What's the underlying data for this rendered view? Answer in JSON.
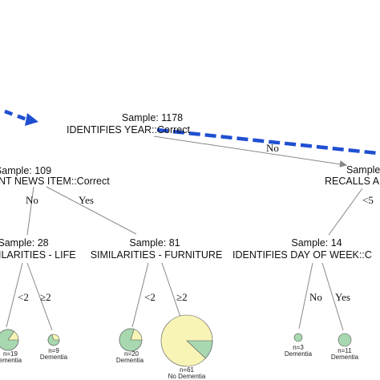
{
  "colors": {
    "edge": "#888888",
    "highlight": "#1f4fd1",
    "dementia": "#a8d8b0",
    "no_dementia": "#f7f4b6",
    "slice_stroke": "#555555"
  },
  "nodes": {
    "root": {
      "sample": "Sample: 1178",
      "title": "IDENTIFIES YEAR::Correct"
    },
    "left": {
      "sample": "Sample: 109",
      "title": "NT NEWS ITEM::Correct"
    },
    "right": {
      "sample": "Sample",
      "title": "RECALLS A"
    },
    "ll": {
      "sample": "Sample: 28",
      "title": "ILARITIES - LIFE"
    },
    "lr": {
      "sample": "Sample: 81",
      "title": "SIMILARITIES - FURNITURE"
    },
    "rl": {
      "sample": "Sample: 14",
      "title": "IDENTIFIES DAY OF WEEK::C"
    }
  },
  "edge_labels": {
    "root_right": "No",
    "left_ll": "No",
    "left_lr": "Yes",
    "right_rl": "<5",
    "ll_a": "<2",
    "ll_b": "≥2",
    "lr_a": "<2",
    "lr_b": "≥2",
    "rl_a": "No",
    "rl_b": "Yes"
  },
  "leaves": [
    {
      "n": "n=19",
      "class": "Dementia",
      "dementia_fraction": 0.85
    },
    {
      "n": "n=9",
      "class": "Dementia",
      "dementia_fraction": 0.7
    },
    {
      "n": "n=20",
      "class": "Dementia",
      "dementia_fraction": 0.8
    },
    {
      "n": "n=61",
      "class": "No Dementia",
      "dementia_fraction": 0.12
    },
    {
      "n": "n=3",
      "class": "Dementia",
      "dementia_fraction": 1.0
    },
    {
      "n": "n=11",
      "class": "Dementia",
      "dementia_fraction": 1.0
    }
  ]
}
